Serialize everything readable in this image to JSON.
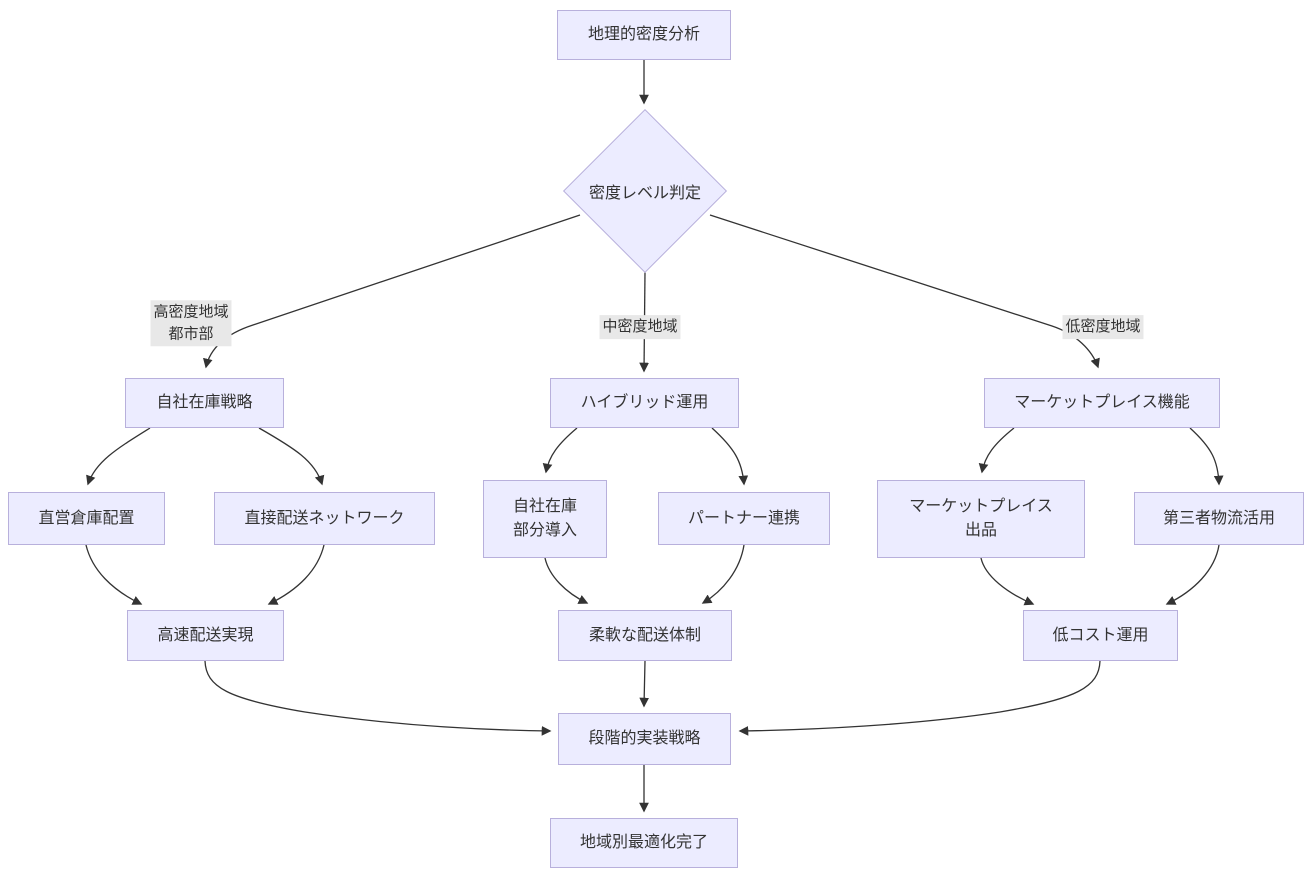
{
  "diagram": {
    "type": "flowchart",
    "direction": "top-down",
    "colors": {
      "node_fill": "#ECECFF",
      "node_border": "#b8b0dc",
      "edge_stroke": "#333333",
      "edge_label_bg": "#e8e8e8",
      "text": "#333333"
    },
    "nodes": {
      "analysis": {
        "lines": [
          "地理的密度分析"
        ]
      },
      "decision": {
        "lines": [
          "密度レベル判定"
        ],
        "shape": "diamond"
      },
      "own_inventory_strategy": {
        "lines": [
          "自社在庫戦略"
        ]
      },
      "hybrid_operation": {
        "lines": [
          "ハイブリッド運用"
        ]
      },
      "marketplace_function": {
        "lines": [
          "マーケットプレイス機能"
        ]
      },
      "direct_warehouse": {
        "lines": [
          "直営倉庫配置"
        ]
      },
      "direct_delivery_network": {
        "lines": [
          "直接配送ネットワーク"
        ]
      },
      "partial_own_inventory": {
        "lines": [
          "自社在庫",
          "部分導入"
        ]
      },
      "partner_collaboration": {
        "lines": [
          "パートナー連携"
        ]
      },
      "marketplace_listing": {
        "lines": [
          "マーケットプレイス",
          "出品"
        ]
      },
      "third_party_logistics": {
        "lines": [
          "第三者物流活用"
        ]
      },
      "fast_delivery": {
        "lines": [
          "高速配送実現"
        ]
      },
      "flexible_delivery": {
        "lines": [
          "柔軟な配送体制"
        ]
      },
      "low_cost_operation": {
        "lines": [
          "低コスト運用"
        ]
      },
      "phased_implementation": {
        "lines": [
          "段階的実装戦略"
        ]
      },
      "regional_optimization": {
        "lines": [
          "地域別最適化完了"
        ]
      }
    },
    "edge_labels": {
      "high_density": {
        "lines": [
          "高密度地域",
          "都市部"
        ]
      },
      "mid_density": {
        "lines": [
          "中密度地域"
        ]
      },
      "low_density": {
        "lines": [
          "低密度地域"
        ]
      }
    }
  }
}
